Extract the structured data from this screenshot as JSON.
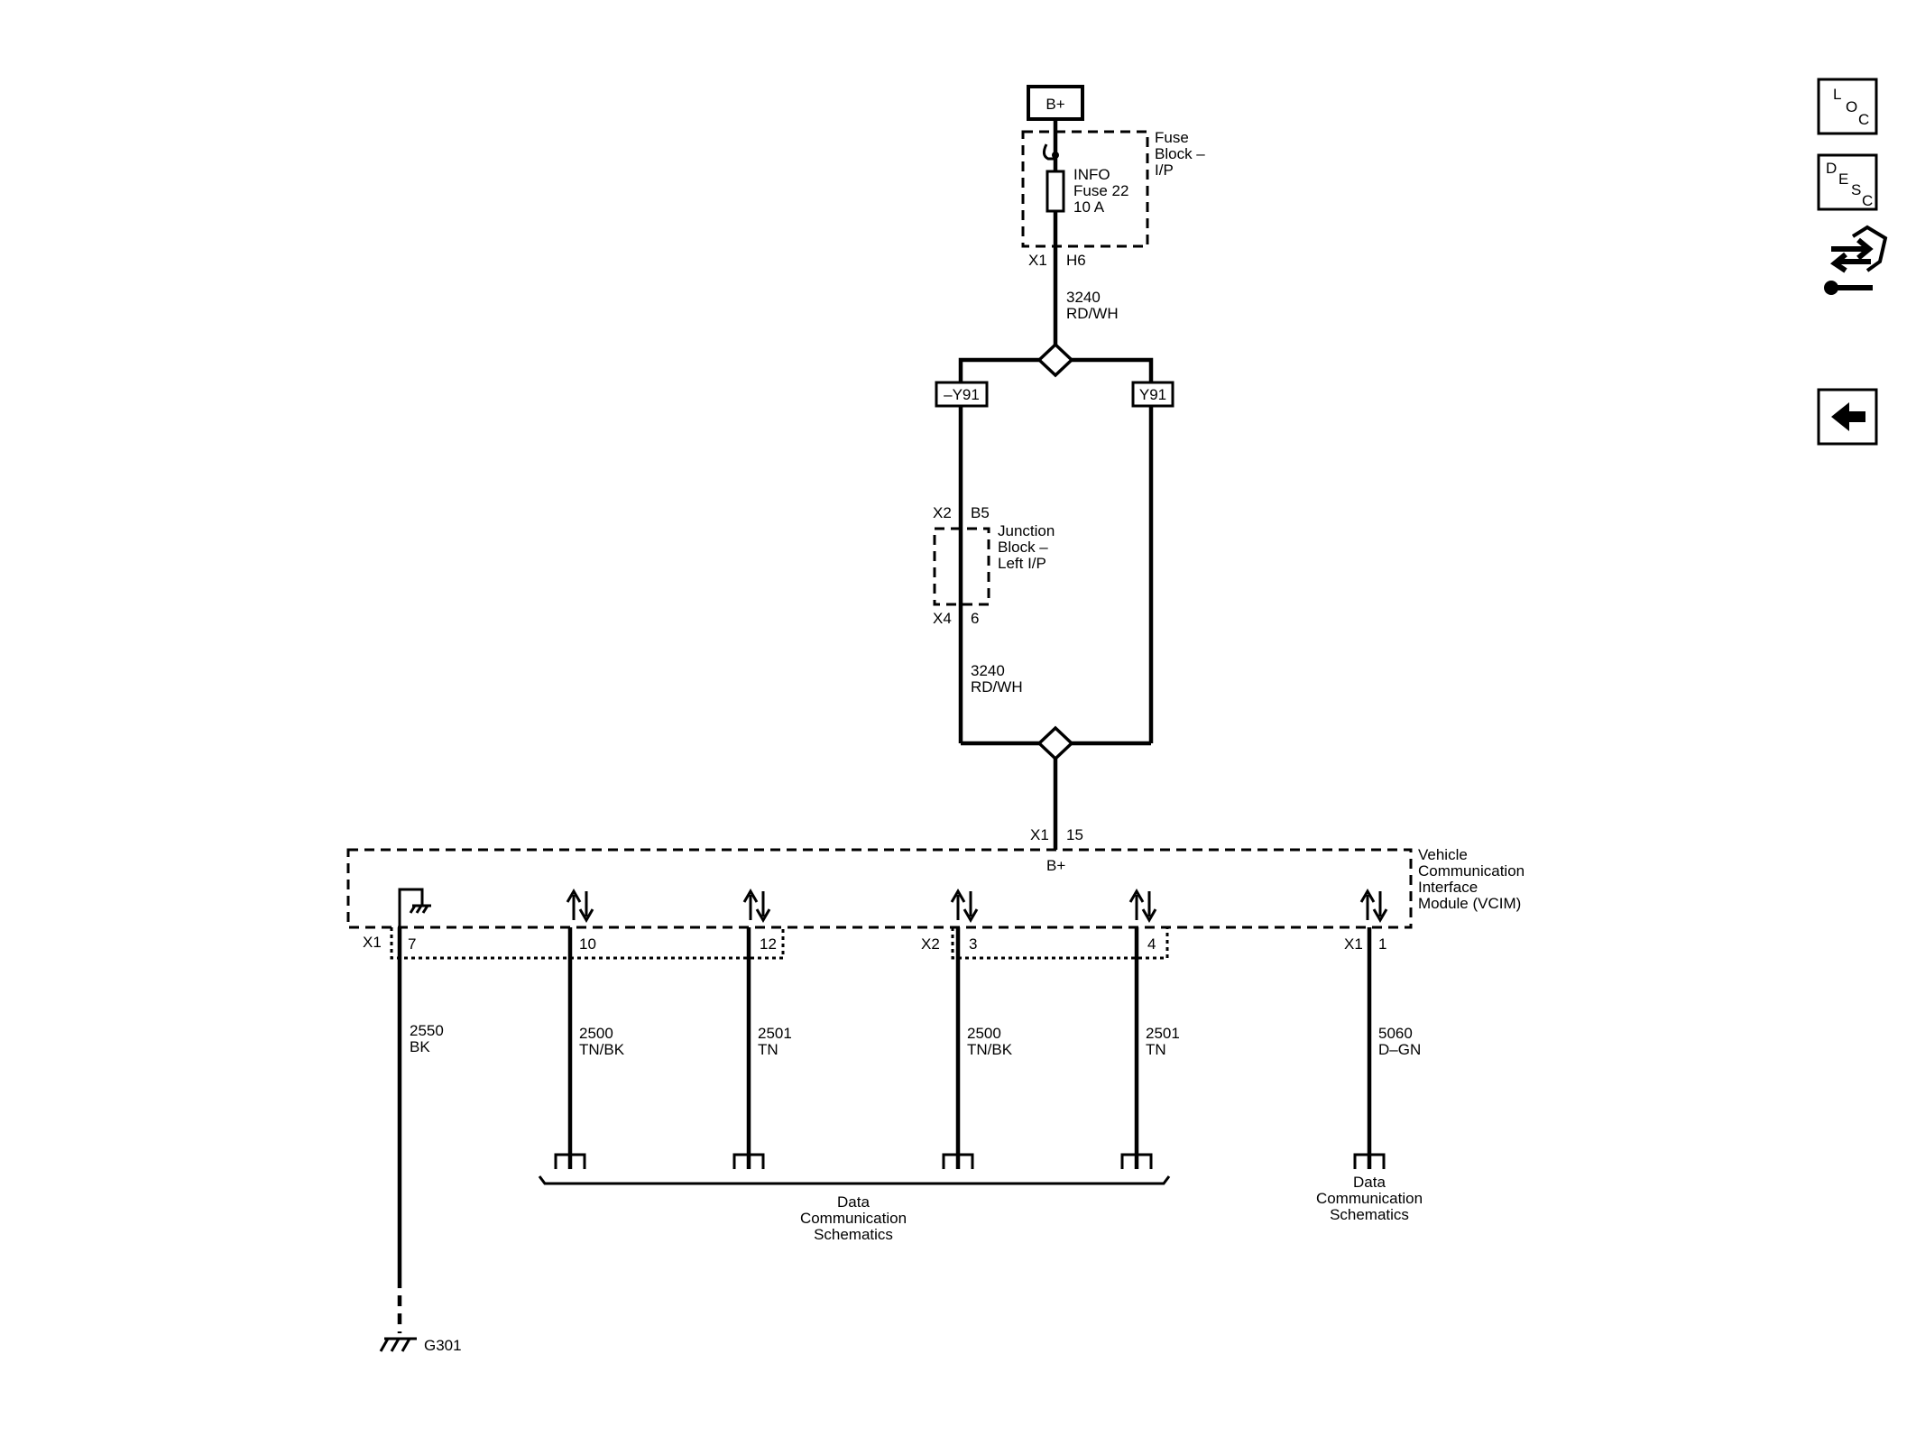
{
  "power": {
    "source_label": "B+"
  },
  "fuse_block": {
    "name_line1": "Fuse",
    "name_line2": "Block –",
    "name_line3": "I/P",
    "fuse_line1": "INFO",
    "fuse_line2": "Fuse 22",
    "fuse_line3": "10 A",
    "connector": "X1",
    "pin": "H6"
  },
  "wire_top": {
    "circuit": "3240",
    "color": "RD/WH"
  },
  "options": {
    "left": "–Y91",
    "right": "Y91"
  },
  "junction_block": {
    "in_connector": "X2",
    "in_pin": "B5",
    "name_line1": "Junction",
    "name_line2": "Block –",
    "name_line3": "Left I/P",
    "out_connector": "X4",
    "out_pin": "6"
  },
  "wire_mid": {
    "circuit": "3240",
    "color": "RD/WH"
  },
  "vcim": {
    "power_connector": "X1",
    "power_pin": "15",
    "power_label": "B+",
    "name_line1": "Vehicle",
    "name_line2": "Communication",
    "name_line3": "Interface",
    "name_line4": "Module (VCIM)",
    "x1_label": "X1",
    "x2_label": "X2",
    "x1b_label": "X1",
    "pins": {
      "p7": "7",
      "p10": "10",
      "p12": "12",
      "p3": "3",
      "p4": "4",
      "p1": "1"
    }
  },
  "branches": [
    {
      "circuit": "2550",
      "color": "BK"
    },
    {
      "circuit": "2500",
      "color": "TN/BK"
    },
    {
      "circuit": "2501",
      "color": "TN"
    },
    {
      "circuit": "2500",
      "color": "TN/BK"
    },
    {
      "circuit": "2501",
      "color": "TN"
    },
    {
      "circuit": "5060",
      "color": "D–GN"
    }
  ],
  "destinations": {
    "group_line1": "Data",
    "group_line2": "Communication",
    "group_line3": "Schematics",
    "single_line1": "Data",
    "single_line2": "Communication",
    "single_line3": "Schematics"
  },
  "ground": {
    "label": "G301"
  },
  "side_buttons": {
    "loc_l": "L",
    "loc_o": "O",
    "loc_c": "C",
    "desc_d": "D",
    "desc_e": "E",
    "desc_s": "S",
    "desc_c": "C"
  },
  "icons": {
    "loc": "loc-icon",
    "desc": "desc-icon",
    "connector": "connector-repair-icon",
    "back": "back-arrow-icon",
    "ground": "ground-icon",
    "chassis_ground": "chassis-ground-icon",
    "data_arrows": "bidirectional-arrow-icon"
  }
}
